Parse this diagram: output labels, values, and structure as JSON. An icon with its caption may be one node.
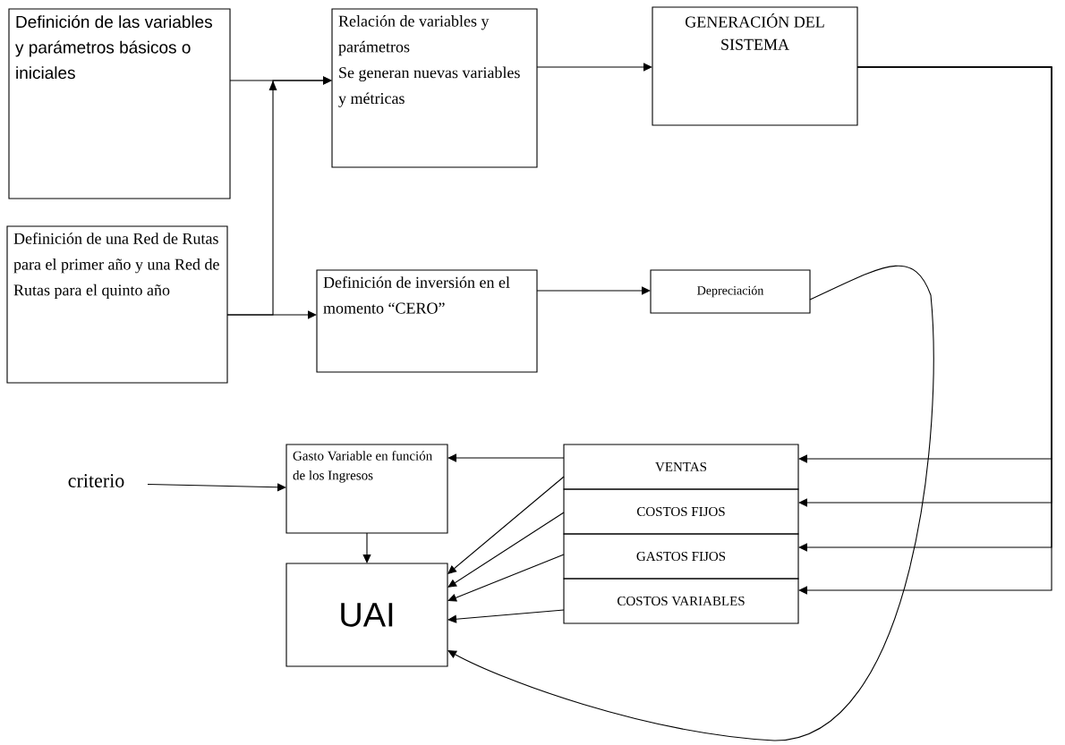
{
  "diagram": {
    "nodes": [
      {
        "text": [
          "Definición de las variables y parámetros básicos o iniciales"
        ]
      },
      {
        "text": [
          "Relación de variables y parámetros",
          "Se generan nuevas variables y métricas"
        ]
      },
      {
        "text": [
          "GENERACIÓN DEL SISTEMA"
        ]
      },
      {
        "text": [
          "Definición de una Red de Rutas para el primer año y una Red de Rutas para el quinto año"
        ]
      },
      {
        "text": [
          "Definición de inversión en el momento “CERO”"
        ]
      },
      {
        "text": [
          "Depreciación"
        ]
      },
      {
        "text": [
          "criterio"
        ]
      },
      {
        "text": [
          "Gasto Variable en función de los Ingresos"
        ]
      },
      {
        "text": [
          "UAI"
        ]
      },
      {
        "text": [
          "VENTAS"
        ]
      },
      {
        "text": [
          "COSTOS FIJOS"
        ]
      },
      {
        "text": [
          "GASTOS FIJOS"
        ]
      },
      {
        "text": [
          "COSTOS VARIABLES"
        ]
      }
    ],
    "edges": [
      {
        "from": 0,
        "to": 1,
        "arrow": "to"
      },
      {
        "from": 3,
        "to": 1,
        "arrow": "to"
      },
      {
        "from": 3,
        "to": 4,
        "arrow": "to"
      },
      {
        "from": 1,
        "to": 2,
        "arrow": "to"
      },
      {
        "from": 4,
        "to": 5,
        "arrow": "to"
      },
      {
        "from": 2,
        "to": 9,
        "arrow": "to"
      },
      {
        "from": 2,
        "to": 10,
        "arrow": "to"
      },
      {
        "from": 2,
        "to": 11,
        "arrow": "to"
      },
      {
        "from": 2,
        "to": 12,
        "arrow": "to"
      },
      {
        "from": 9,
        "to": 7,
        "arrow": "to"
      },
      {
        "from": 6,
        "to": 7,
        "arrow": "to"
      },
      {
        "from": 7,
        "to": 8,
        "arrow": "to"
      },
      {
        "from": 9,
        "to": 8,
        "arrow": "to"
      },
      {
        "from": 10,
        "to": 8,
        "arrow": "to"
      },
      {
        "from": 11,
        "to": 8,
        "arrow": "to"
      },
      {
        "from": 12,
        "to": 8,
        "arrow": "to"
      },
      {
        "from": 5,
        "to": 8,
        "arrow": "to"
      }
    ]
  }
}
